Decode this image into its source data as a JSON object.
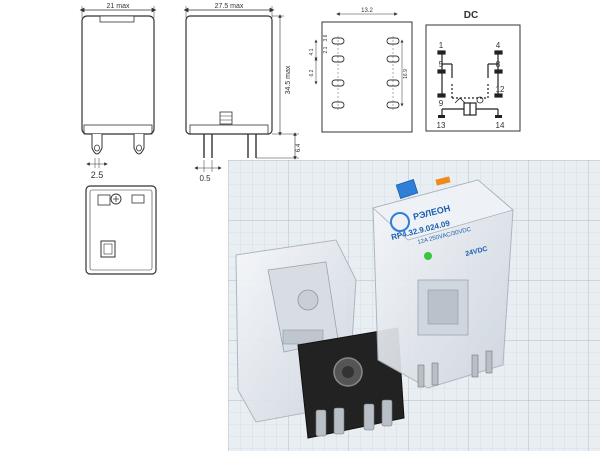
{
  "front_view": {
    "width_label": "21 max",
    "pitch_label": "2.5"
  },
  "side_view": {
    "width_label": "27.5 max",
    "height_label": "34.5 max",
    "pin_label": "6.4",
    "pin_width_label": "0.5"
  },
  "pin_layout": {
    "top_label": "13.2",
    "left_label_a": "4.1",
    "left_label_b": "6.2",
    "right_label": "16.9",
    "side_label_a": "3.6",
    "side_label_b": "2.1"
  },
  "schematic": {
    "title": "DC",
    "pins": [
      "1",
      "4",
      "5",
      "8",
      "9",
      "12",
      "13",
      "14"
    ]
  },
  "photo": {
    "brand": "РЭЛЕОН",
    "model": "RP4.32.9.024.09",
    "rating": "12A  250VAC/30VDC",
    "coil": "24VDC"
  },
  "colors": {
    "line": "#333333",
    "grid_bg": "#e9eef3",
    "grid_line": "#c7d2dd",
    "blue_accent": "#2f7fd8",
    "led_green": "#39c441",
    "orange_tab": "#f08a1c"
  }
}
